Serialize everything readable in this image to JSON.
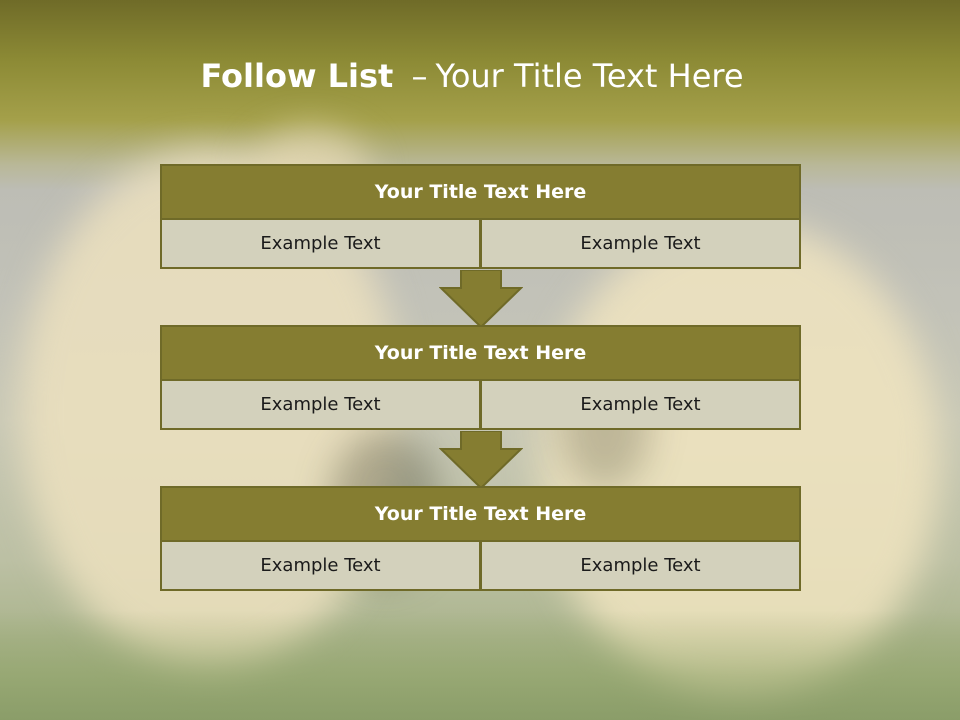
{
  "title": {
    "bold": "Follow List",
    "separator": "–",
    "rest": "Your Title Text Here"
  },
  "blocks": [
    {
      "title": "Your Title Text Here",
      "left": "Example Text",
      "right": "Example Text"
    },
    {
      "title": "Your Title Text Here",
      "left": "Example Text",
      "right": "Example Text"
    },
    {
      "title": "Your Title Text Here",
      "left": "Example Text",
      "right": "Example Text"
    }
  ],
  "colors": {
    "header": "#857d31",
    "cell": "#d3d1bc",
    "border": "#6f6a28",
    "title_band": "#8c8a35"
  }
}
